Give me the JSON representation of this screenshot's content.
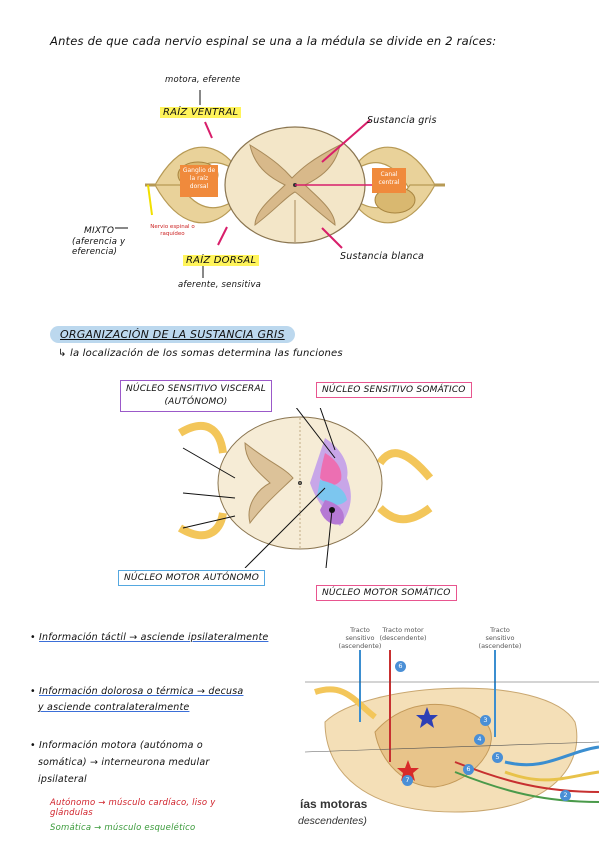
{
  "intro": "Antes de que cada nervio espinal se una a la médula se divide en 2 raíces:",
  "fig1": {
    "motora_eferente": "motora, eferente",
    "raiz_ventral": "RAÍZ VENTRAL",
    "sustancia_gris": "Sustancia gris",
    "ganglio_label": "Ganglio de la raíz dorsal",
    "canal_central": "Canal central",
    "mixto": "MIXTO",
    "mixto_sub": "(aferencia y eferencia)",
    "nervio_espinal": "Nervio espinal o raquídeo",
    "raiz_dorsal": "RAÍZ DORSAL",
    "sustancia_blanca": "Sustancia blanca",
    "aferente_sensitiva": "aferente, sensitiva"
  },
  "section": {
    "title": "ORGANIZACIÓN DE LA SUSTANCIA GRIS",
    "subtitle": "la localización de los somas determina las funciones"
  },
  "fig2": {
    "nucleo_visceral": "NÚCLEO SENSITIVO VISCERAL",
    "autonomo_paren": "(AUTÓNOMO)",
    "nucleo_somatico": "NÚCLEO SENSITIVO SOMÁTICO",
    "motor_autonomo": "NÚCLEO MOTOR AUTÓNOMO",
    "motor_somatico": "NÚCLEO MOTOR SOMÁTICO"
  },
  "bullets": {
    "b1": "Información táctil → asciende ipsilateralmente",
    "b2a": "Información dolorosa o térmica → decusa",
    "b2b": "y asciende contralateralmente",
    "b3a": "Información motora (autónoma o",
    "b3b": "somática) → interneurona medular",
    "b3c": "ipsilateral",
    "autonomo": "Autónomo → músculo cardíaco, liso y glándulas",
    "somatica": "Somática → músculo esquelético"
  },
  "fig3": {
    "tracto_sens_asc_1": "Tracto sensitivo (ascendente)",
    "tracto_motor_desc": "Tracto motor (descendente)",
    "tracto_sens_asc_2": "Tracto sensitivo (ascendente)",
    "vias_motoras": "ías motoras",
    "descendentes": "descendentes)",
    "numbers": [
      "6",
      "3",
      "4",
      "5",
      "6",
      "7",
      "2"
    ]
  }
}
